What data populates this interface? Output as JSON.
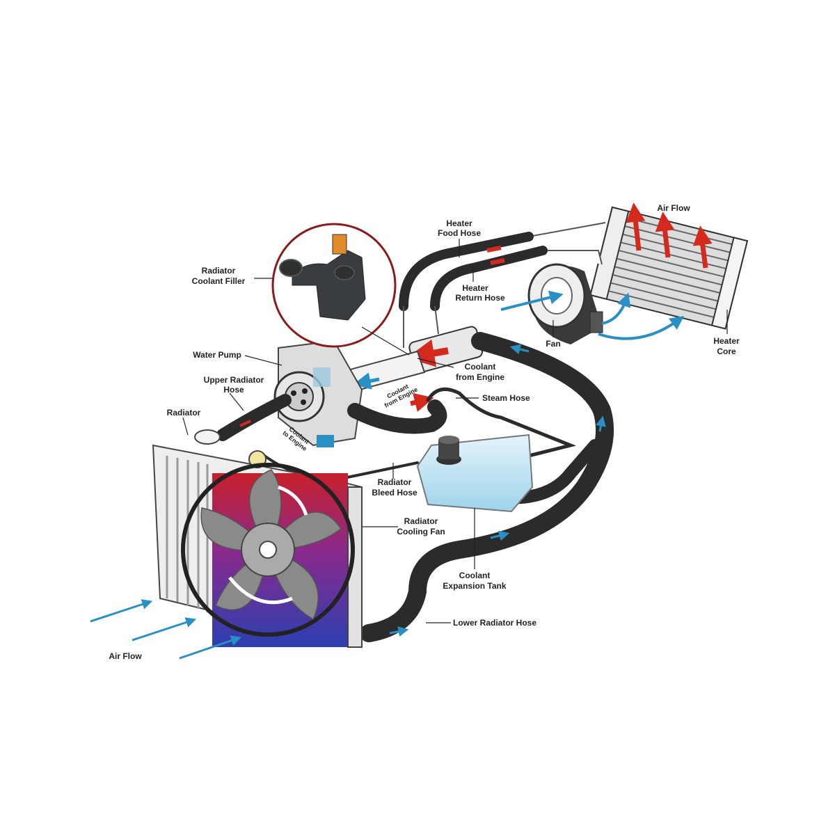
{
  "title": "Engine cooling system diagram",
  "labels": {
    "air_flow_top": "Air Flow",
    "heater_food_hose": [
      "Heater",
      "Food Hose"
    ],
    "heater_return_hose": [
      "Heater",
      "Return Hose"
    ],
    "radiator_coolant_filler": [
      "Radiator",
      "Coolant Filler"
    ],
    "fan": "Fan",
    "heater_core": [
      "Heater",
      "Core"
    ],
    "water_pump": "Water Pump",
    "coolant_from_engine": [
      "Coolant",
      "from Engine"
    ],
    "coolant_from_engine_small": [
      "Coolant",
      "from Engine"
    ],
    "coolant_to_engine": [
      "Coolant",
      "to Engine"
    ],
    "upper_radiator_hose": [
      "Upper Radiator",
      "Hose"
    ],
    "steam_hose": "Steam Hose",
    "radiator": "Radiator",
    "radiator_bleed_hose": [
      "Radiator",
      "Bleed Hose"
    ],
    "radiator_cooling_fan": [
      "Radiator",
      "Cooling Fan"
    ],
    "coolant_expansion_tank": [
      "Coolant",
      "Expansion Tank"
    ],
    "lower_radiator_hose": "Lower Radiator Hose",
    "air_flow_bottom": "Air Flow"
  },
  "colors": {
    "hot": "#d42a1e",
    "cold": "#2a8fc4",
    "hose": "#2b2b2b",
    "inset_ring": "#8b1a1a",
    "tank": "#bfe3f2"
  }
}
